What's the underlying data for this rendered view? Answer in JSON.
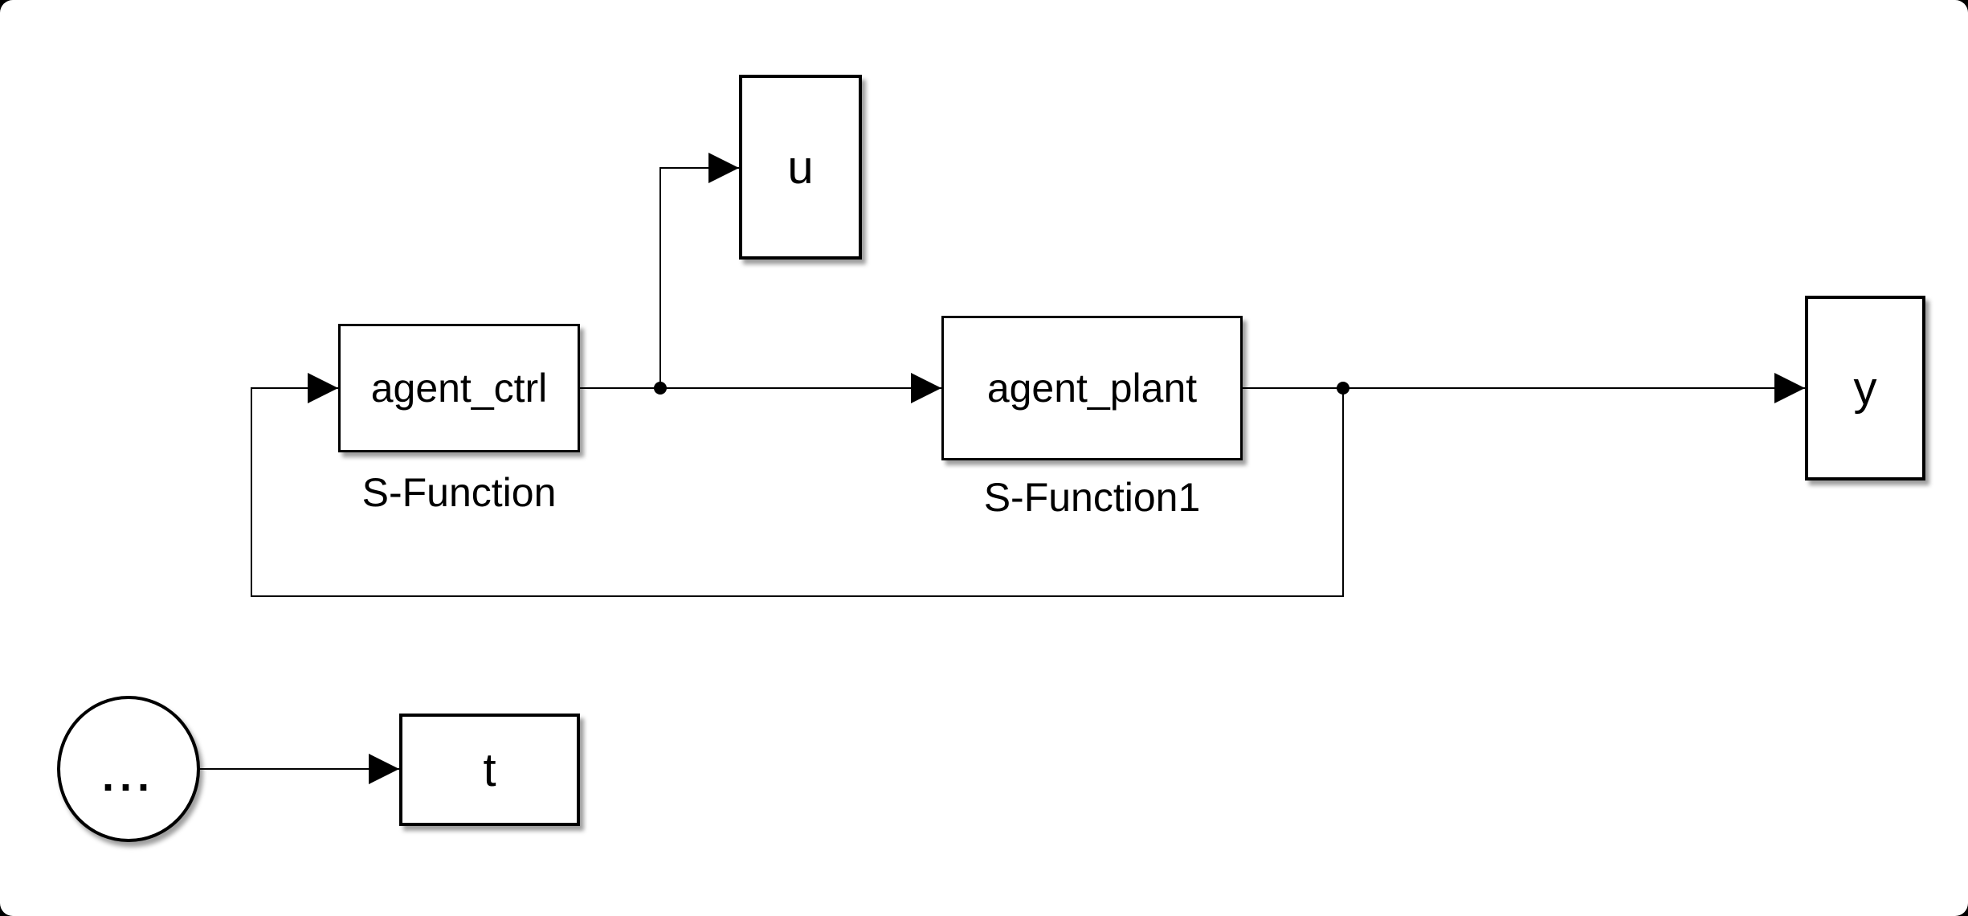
{
  "canvas": {
    "background_color": "#ffffff",
    "stroke_color": "#000000",
    "corner_color": "#000000"
  },
  "blocks": {
    "agent_ctrl": {
      "name": "agent_ctrl",
      "caption": "S-Function"
    },
    "agent_plant": {
      "name": "agent_plant",
      "caption": "S-Function1"
    },
    "u": {
      "name": "u"
    },
    "y": {
      "name": "y"
    },
    "t": {
      "name": "t"
    },
    "clock": {
      "name": "..."
    }
  }
}
